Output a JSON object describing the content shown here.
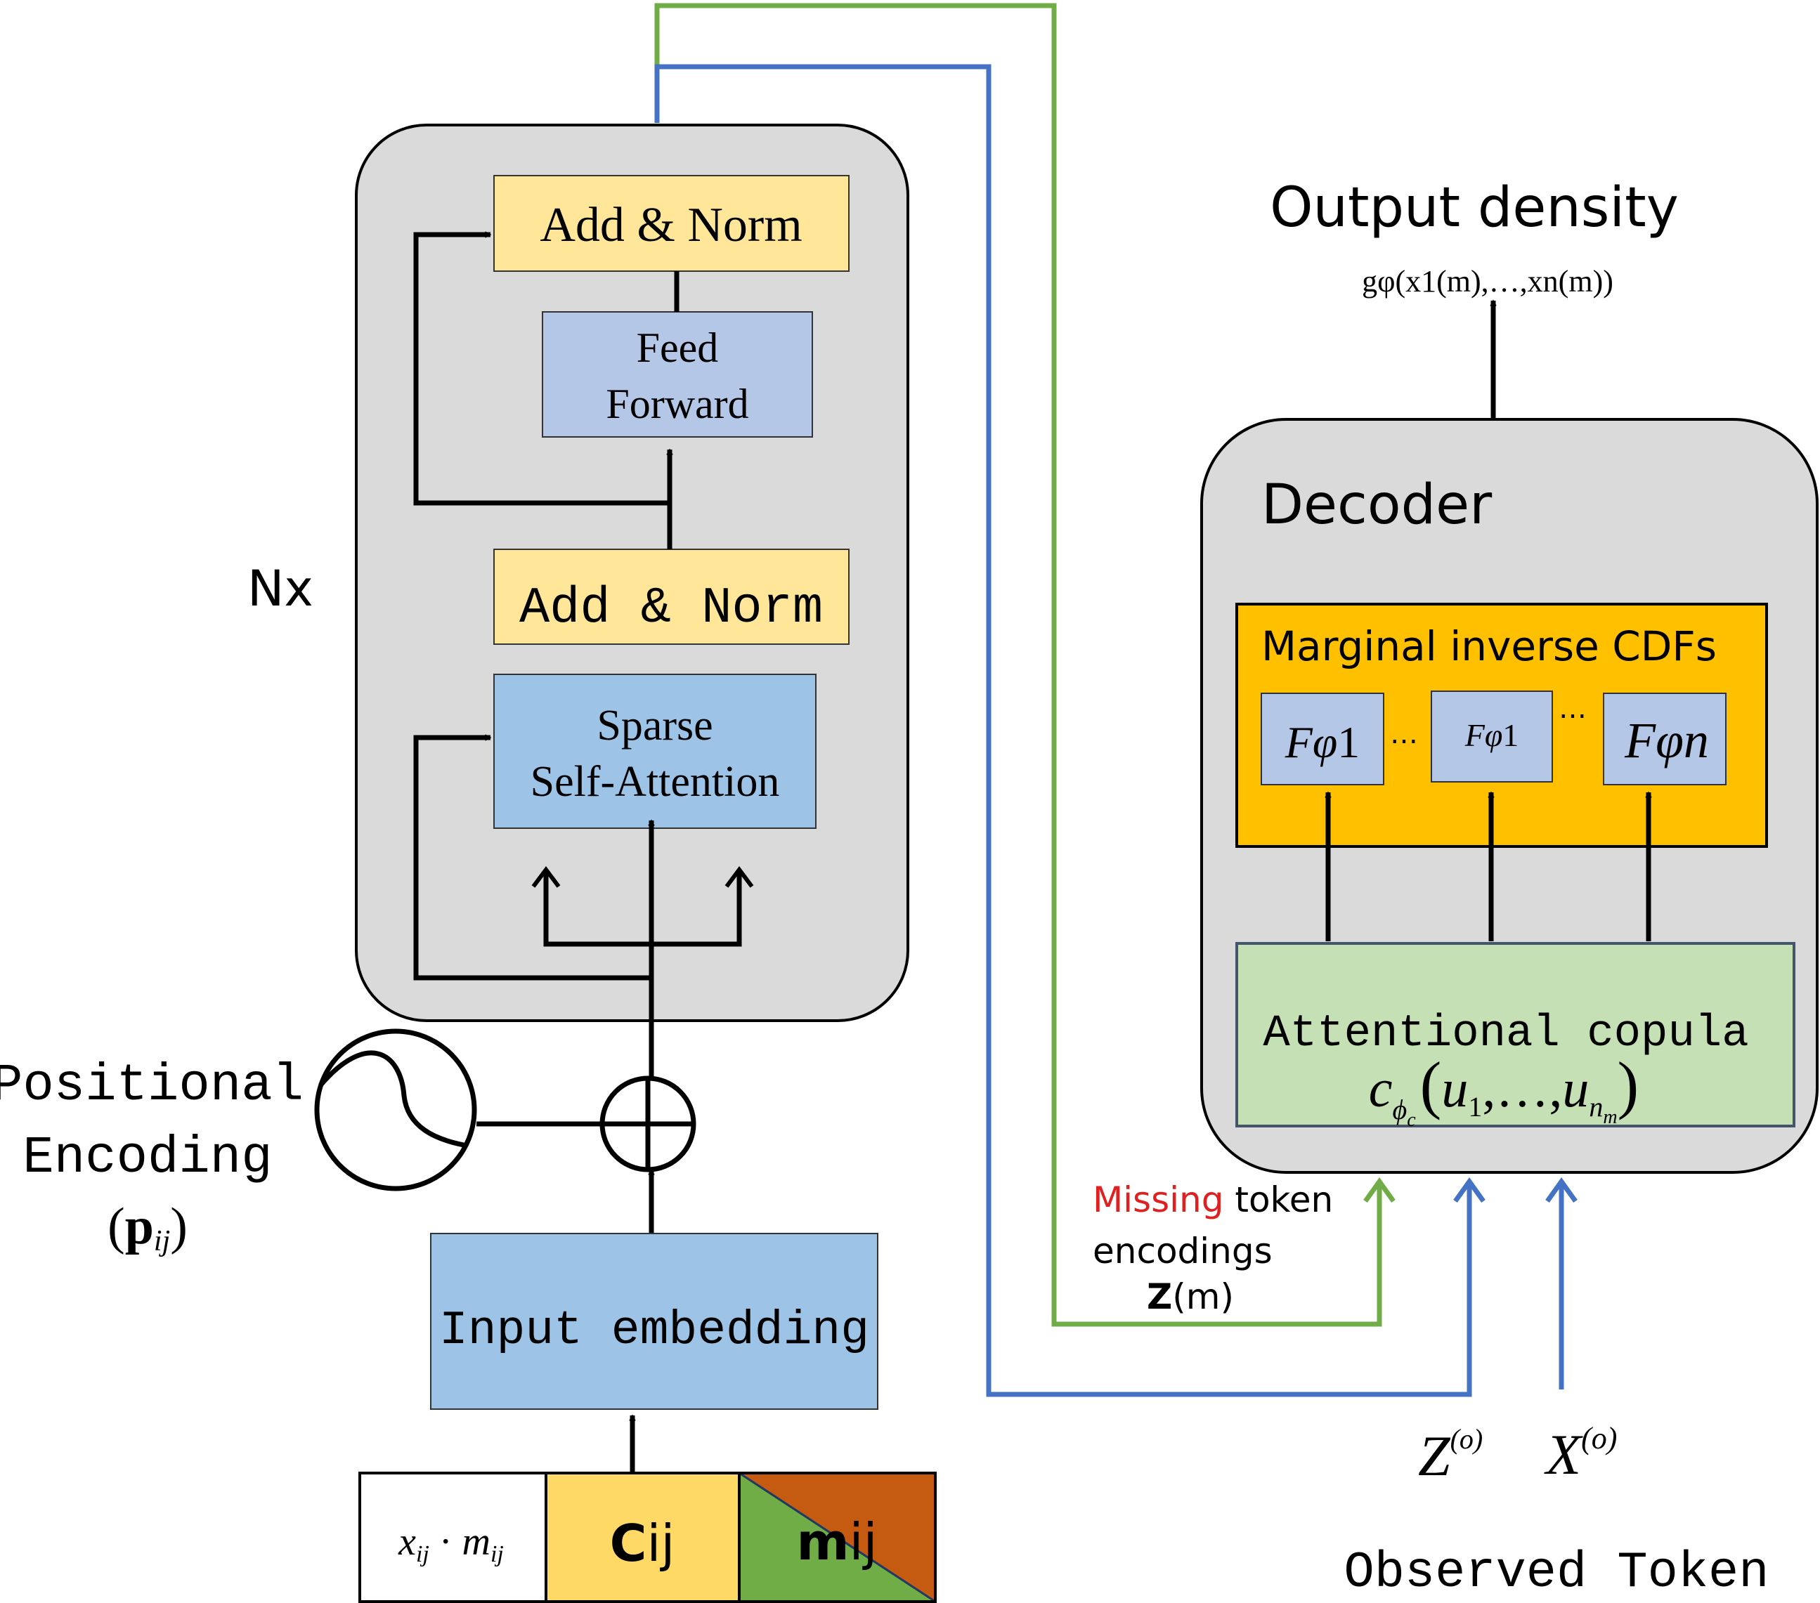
{
  "encoder": {
    "add_norm_top": "Add & Norm",
    "feed_forward_line1": "Feed",
    "feed_forward_line2": "Forward",
    "add_norm_bottom": "Add & Norm",
    "attention_line1": "Sparse",
    "attention_line2": "Self-Attention",
    "repeat_label": "Nx"
  },
  "positional": {
    "line1": "Positional",
    "line2": "Encoding",
    "symbol_open": "(",
    "symbol_bold": "p",
    "symbol_sub": "ij",
    "symbol_close": ")"
  },
  "input": {
    "embedding": "Input embedding",
    "cell_x": "x",
    "cell_x_sub": "ij",
    "cell_dot": "·",
    "cell_m": "m",
    "cell_m_sub": "ij",
    "cell_c_bold": "C",
    "cell_c_rest": "ij",
    "cell_m2_bold": "m",
    "cell_m2_rest": "ij"
  },
  "output": {
    "title": "Output density",
    "formula": "gφ(x1(m),…,xn(m))"
  },
  "decoder": {
    "title": "Decoder",
    "marginal_title": "Marginal inverse CDFs",
    "f1_base": "Fφ",
    "f1_sub": "1",
    "f2_base": "Fφ",
    "f2_sub": "1",
    "fn_base": "Fφ",
    "fn_sub": "n",
    "ellipsis": "…",
    "copula_title": "Attentional copula",
    "copula_c": "c",
    "copula_sub_phi": "ϕ",
    "copula_sub_c": "c",
    "copula_args_open": "(",
    "copula_u1": "u",
    "copula_u1_sub": "1",
    "copula_dots": ",…,",
    "copula_un": "u",
    "copula_un_sub": "n",
    "copula_un_subsub": "m",
    "copula_args_close": ")"
  },
  "missing": {
    "word_red": "Missing",
    "word_rest": " token",
    "line2": "encodings",
    "line3_bold": "Z",
    "line3_rest": "(m)"
  },
  "observed": {
    "z": "Z",
    "z_sup": "(o)",
    "x": "X",
    "x_sup": "(o)",
    "label": "Observed Token"
  },
  "colors": {
    "panel_gray": "#dadada",
    "yellow_box": "#ffe699",
    "blue_ff": "#b4c7e7",
    "blue_attn": "#9dc3e6",
    "orange_marginal": "#ffc000",
    "green_copula": "#c5e0b4",
    "cij_yellow": "#ffd966",
    "mij_green": "#70ad47",
    "mij_orange": "#c55a11",
    "line_green": "#70ad47",
    "line_blue": "#4472c4",
    "missing_red": "#e02020"
  }
}
